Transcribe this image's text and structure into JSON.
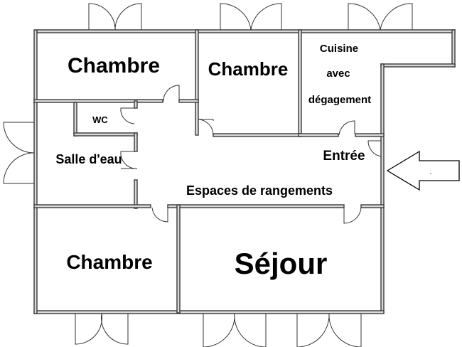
{
  "rooms": {
    "chambre_nw": "Chambre",
    "chambre_n": "Chambre",
    "cuisine_line1": "Cuisine",
    "cuisine_line2": "avec",
    "cuisine_line3": "dégagement",
    "wc": "WC",
    "salle_deau": "Salle d'eau",
    "entree": "Entrée",
    "rangements": "Espaces de rangements",
    "chambre_sw": "Chambre",
    "sejour": "Séjour"
  },
  "icons": {
    "entrance_arrow": "left-arrow-icon"
  }
}
